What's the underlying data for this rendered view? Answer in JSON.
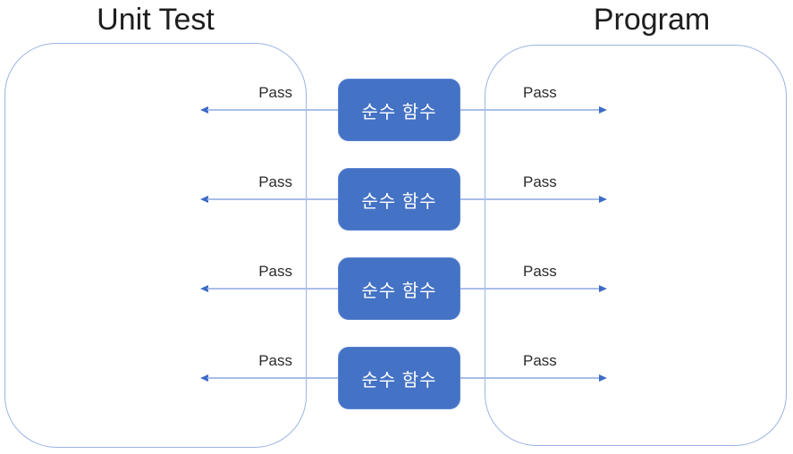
{
  "diagram": {
    "left_title": "Unit Test",
    "right_title": "Program",
    "rows": [
      {
        "function_label": "순수 함수",
        "left_pass_label": "Pass",
        "right_pass_label": "Pass"
      },
      {
        "function_label": "순수 함수",
        "left_pass_label": "Pass",
        "right_pass_label": "Pass"
      },
      {
        "function_label": "순수 함수",
        "left_pass_label": "Pass",
        "right_pass_label": "Pass"
      },
      {
        "function_label": "순수 함수",
        "left_pass_label": "Pass",
        "right_pass_label": "Pass"
      }
    ]
  },
  "colors": {
    "background": "#FFFFFF",
    "title_text": "#1E1E1E",
    "label_text": "#2B2B2B",
    "container_border": "#9DB3E3",
    "box_fill": "#4472C4",
    "box_border": "#5B84D2",
    "box_text": "#FFFFFF",
    "arrow_line": "#A9BEE9",
    "arrow_head": "#3D6BC7"
  }
}
